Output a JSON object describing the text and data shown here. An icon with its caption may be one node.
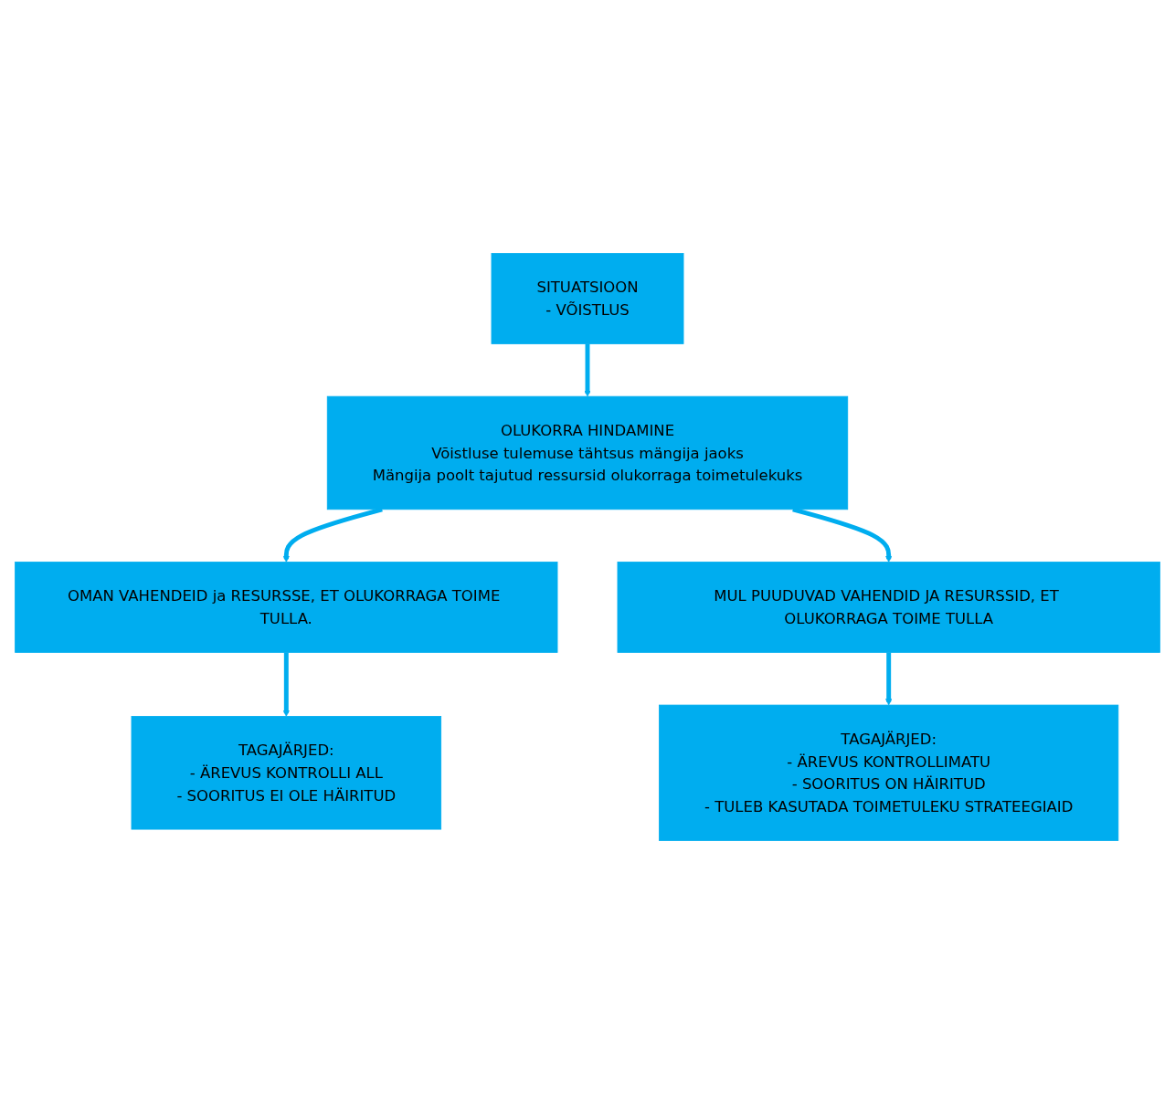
{
  "diagram": {
    "nodes": [
      {
        "text": [
          "SITUATSIOON",
          "- VÕISTLUS"
        ]
      },
      {
        "text": [
          "OLUKORRA HINDAMINE",
          "Võistluse tulemuse tähtsus mängija jaoks",
          "Mängija poolt tajutud ressursid olukorraga toimetulekuks"
        ]
      },
      {
        "text": [
          "OMAN VAHENDEID ja RESURSSE, ET OLUKORRAGA TOIME TULLA."
        ]
      },
      {
        "text": [
          "MUL PUUDUVAD VAHENDID JA RESURSSID, ET OLUKORRAGA TOIME TULLA"
        ]
      },
      {
        "text": [
          "TAGAJÄRJED:",
          "- ÄREVUS KONTROLLI ALL",
          "- SOORITUS EI OLE HÄIRITUD"
        ]
      },
      {
        "text": [
          "TAGAJÄRJED:",
          "- ÄREVUS KONTROLLIMATU",
          "- SOORITUS ON HÄIRITUD",
          "- TULEB KASUTADA TOIMETULEKU STRATEEGIAID"
        ]
      }
    ],
    "edges": [
      {
        "from": 0,
        "to": 1,
        "arrow": "to"
      },
      {
        "from": 1,
        "to": 2,
        "arrow": "to"
      },
      {
        "from": 1,
        "to": 3,
        "arrow": "to"
      },
      {
        "from": 2,
        "to": 4,
        "arrow": "to"
      },
      {
        "from": 3,
        "to": 5,
        "arrow": "to"
      }
    ]
  }
}
